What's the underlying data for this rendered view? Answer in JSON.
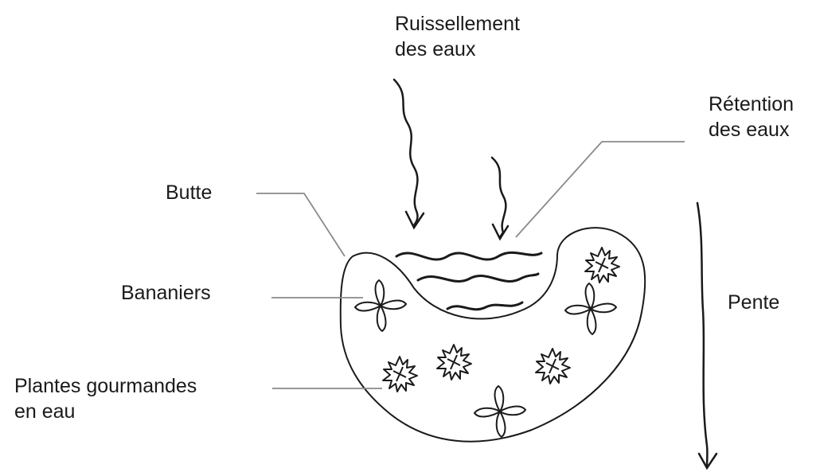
{
  "diagram": {
    "labels": {
      "ruissellement": [
        "Ruissellement",
        "des eaux"
      ],
      "retention": [
        "Rétention",
        "des eaux"
      ],
      "butte": "Butte",
      "bananiers": "Bananiers",
      "plantes": [
        "Plantes gourmandes",
        "en eau"
      ],
      "pente": "Pente"
    },
    "colors": {
      "ink": "#1a1a1a",
      "leader": "#8a8a8a",
      "background": "#ffffff"
    },
    "icons": [
      "banana-plant-icon",
      "water-loving-plant-icon",
      "wavy-arrow-icon",
      "slope-arrow-icon",
      "water-wave-icon"
    ]
  }
}
